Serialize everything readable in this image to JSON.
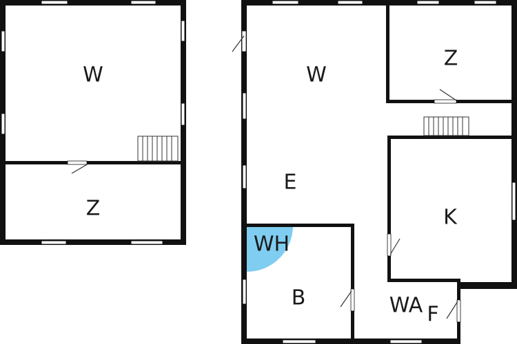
{
  "plan": {
    "left_building": {
      "rooms": [
        {
          "id": "w-left",
          "label": "W"
        },
        {
          "id": "z-left",
          "label": "Z"
        }
      ]
    },
    "right_building": {
      "rooms": [
        {
          "id": "w-right",
          "label": "W"
        },
        {
          "id": "z-right",
          "label": "Z"
        },
        {
          "id": "e",
          "label": "E"
        },
        {
          "id": "k",
          "label": "K"
        },
        {
          "id": "wh",
          "label": "WH"
        },
        {
          "id": "b",
          "label": "B"
        },
        {
          "id": "wa",
          "label": "WA"
        },
        {
          "id": "f",
          "label": "F"
        }
      ]
    },
    "colors": {
      "wall": "#111111",
      "highlight": "#7fcdf0",
      "background": "#ffffff"
    }
  }
}
